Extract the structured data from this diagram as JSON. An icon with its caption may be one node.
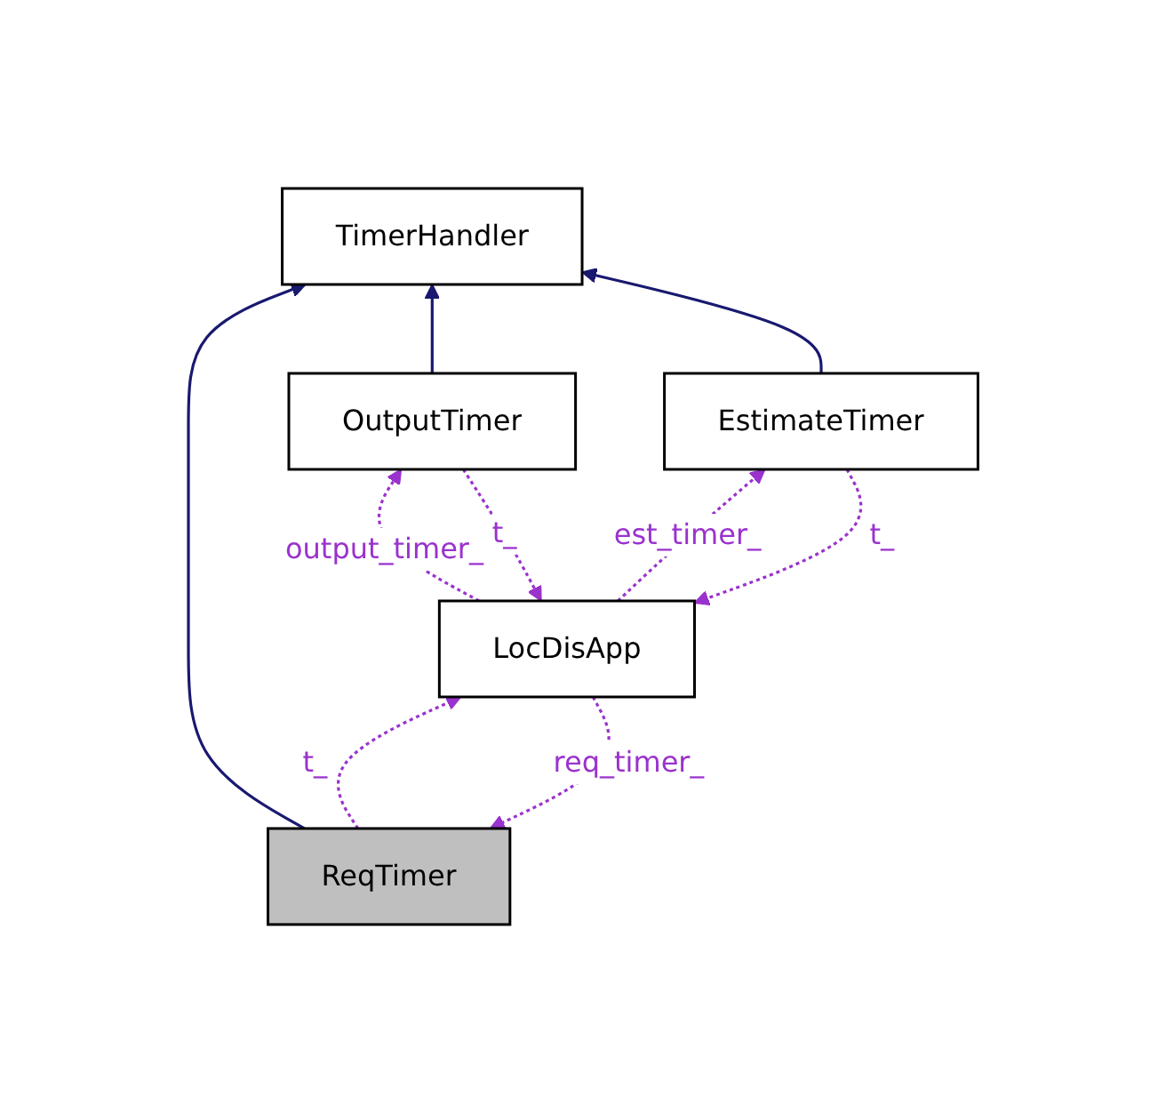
{
  "diagram": {
    "nodes": [
      {
        "text": [
          "TimerHandler"
        ]
      },
      {
        "text": [
          "ReqTimer"
        ]
      },
      {
        "text": [
          "LocDisApp"
        ]
      },
      {
        "text": [
          "OutputTimer"
        ]
      },
      {
        "text": [
          "EstimateTimer"
        ]
      }
    ],
    "edges": [
      {
        "from": 1,
        "to": 0,
        "arrow": "to",
        "color": "#191970"
      },
      {
        "from": 3,
        "to": 0,
        "arrow": "to",
        "color": "#191970"
      },
      {
        "from": 4,
        "to": 0,
        "arrow": "to",
        "color": "#191970"
      },
      {
        "from": 2,
        "to": 1,
        "arrow": "to",
        "label": "req_timer_",
        "style": "dashed"
      },
      {
        "from": 1,
        "to": 2,
        "arrow": "to",
        "label": "t_",
        "style": "dashed"
      },
      {
        "from": 3,
        "to": 2,
        "arrow": "to",
        "label": "t_",
        "style": "dashed"
      },
      {
        "from": 2,
        "to": 3,
        "arrow": "to",
        "label": "output_timer_",
        "style": "dashed"
      },
      {
        "from": 4,
        "to": 2,
        "arrow": "to",
        "label": "t_",
        "style": "dashed"
      },
      {
        "from": 2,
        "to": 4,
        "arrow": "to",
        "label": "est_timer_",
        "style": "dashed"
      }
    ]
  }
}
